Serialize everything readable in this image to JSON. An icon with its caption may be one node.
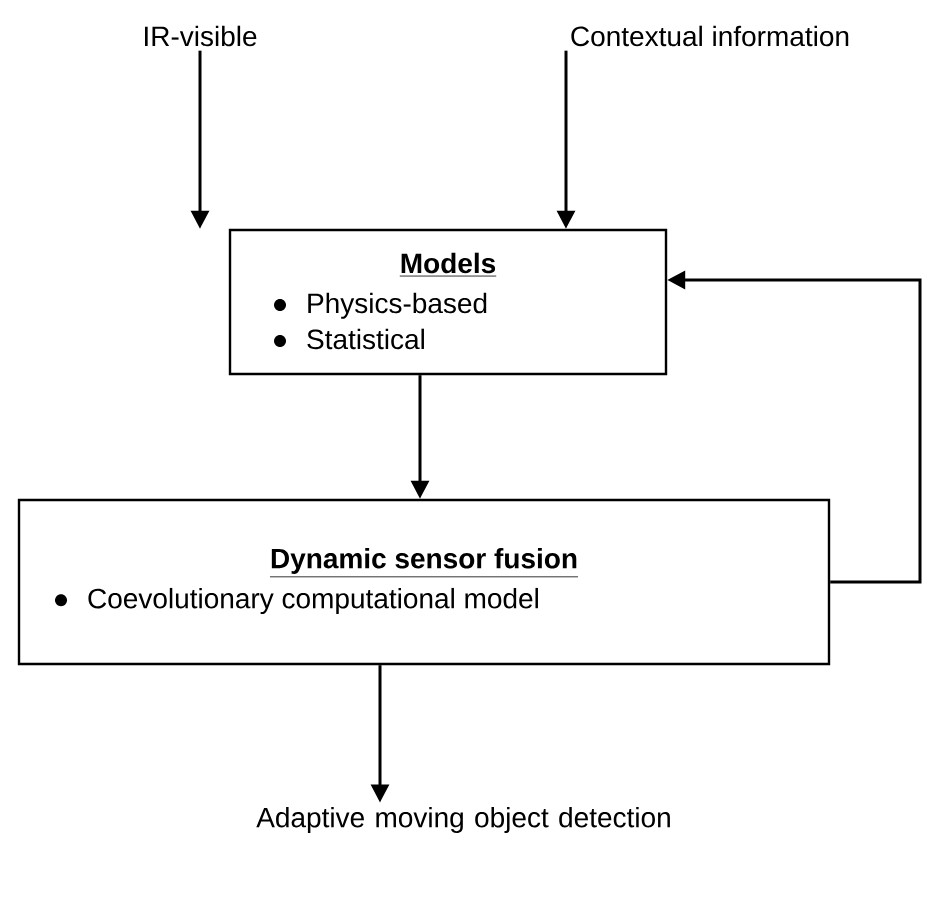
{
  "diagram": {
    "nodes": [
      {
        "text": [
          "IR-visible"
        ]
      },
      {
        "text": [
          "Contextual information"
        ]
      },
      {
        "text": [
          "Models",
          "Physics-based",
          "Statistical"
        ]
      },
      {
        "text": [
          "Dynamic sensor fusion",
          "Coevolutionary computational model"
        ]
      },
      {
        "text": [
          "Adaptive moving object detection"
        ]
      }
    ],
    "edges": [
      {
        "from": 0,
        "to": 2,
        "arrow": "to"
      },
      {
        "from": 1,
        "to": 2,
        "arrow": "to"
      },
      {
        "from": 2,
        "to": 3,
        "arrow": "to"
      },
      {
        "from": 3,
        "to": 2,
        "arrow": "to"
      },
      {
        "from": 3,
        "to": 4,
        "arrow": "to"
      }
    ]
  }
}
